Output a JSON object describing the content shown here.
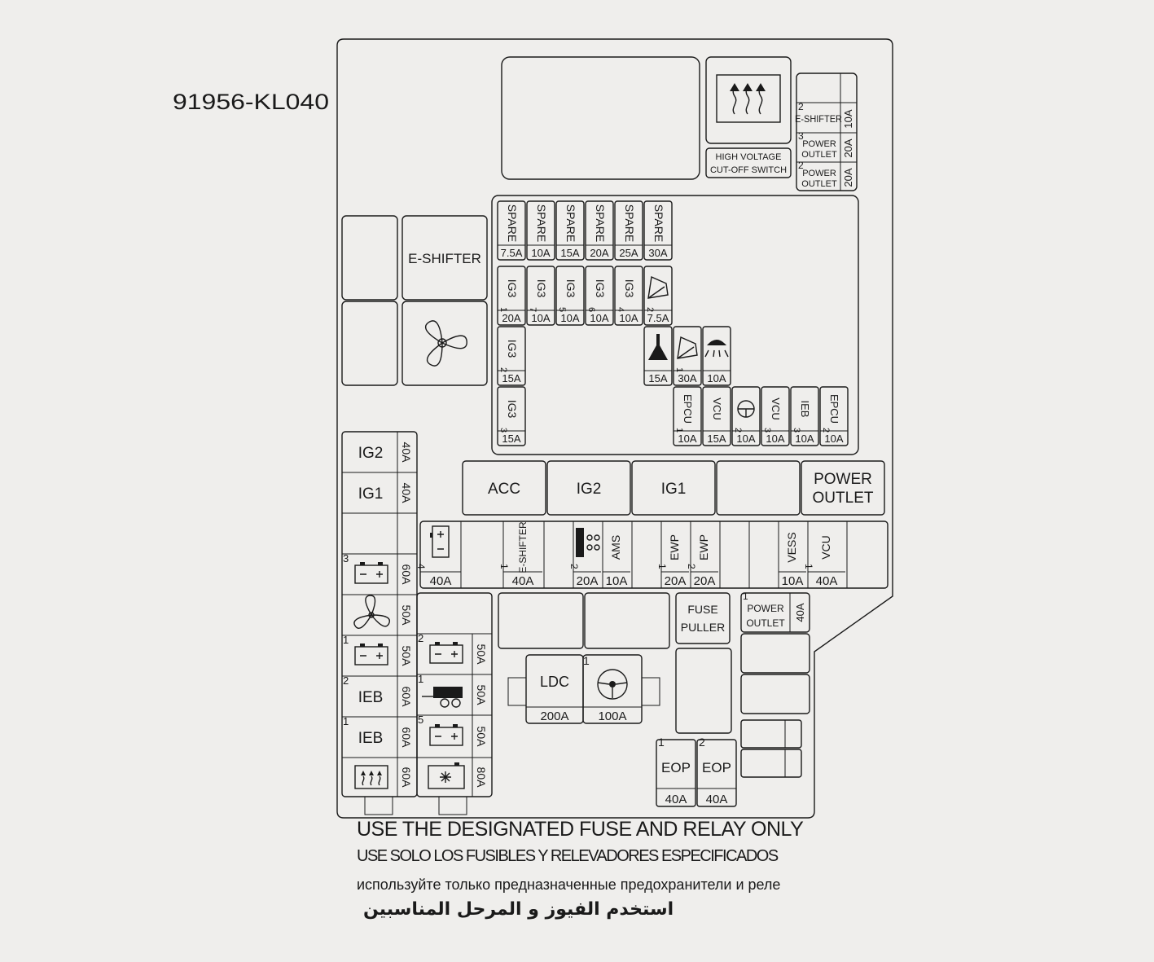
{
  "part_number": "91956-KL040",
  "top_relays": {
    "hv_cutoff": "HIGH VOLTAGE\nCUT-OFF SWITCH"
  },
  "top_right_fuses": [
    {
      "pin": "2",
      "label": "E-SHIFTER",
      "amp": "10A"
    },
    {
      "pin": "3",
      "label": "POWER\nOUTLET",
      "amp": "20A"
    },
    {
      "pin": "2",
      "label": "POWER\nOUTLET",
      "amp": "20A"
    }
  ],
  "left_relays": {
    "eshifter": "E-SHIFTER"
  },
  "spare_fuses": [
    {
      "label": "SPARE",
      "amp": "7.5A"
    },
    {
      "label": "SPARE",
      "amp": "10A"
    },
    {
      "label": "SPARE",
      "amp": "15A"
    },
    {
      "label": "SPARE",
      "amp": "20A"
    },
    {
      "label": "SPARE",
      "amp": "25A"
    },
    {
      "label": "SPARE",
      "amp": "30A"
    }
  ],
  "ig3_fuses": [
    {
      "pin": "1",
      "label": "IG3",
      "amp": "20A"
    },
    {
      "pin": "7",
      "label": "IG3",
      "amp": "10A"
    },
    {
      "pin": "5",
      "label": "IG3",
      "amp": "10A"
    },
    {
      "pin": "6",
      "label": "IG3",
      "amp": "10A"
    },
    {
      "pin": "4",
      "label": "IG3",
      "amp": "10A"
    },
    {
      "pin": "2",
      "label": "",
      "amp": "7.5A",
      "icon": "wiper-icon"
    }
  ],
  "ig3_column": [
    {
      "pin": "2",
      "label": "IG3",
      "amp": "15A"
    },
    {
      "pin": "3",
      "label": "IG3",
      "amp": "15A"
    }
  ],
  "icon_fuses": [
    {
      "pin": "",
      "amp": "15A",
      "icon": "horn-icon"
    },
    {
      "pin": "1",
      "amp": "30A",
      "icon": "wiper-icon"
    },
    {
      "pin": "",
      "amp": "10A",
      "icon": "washer-icon"
    }
  ],
  "bottom_mini_fuses": [
    {
      "pin": "1",
      "label": "EPCU",
      "amp": "10A"
    },
    {
      "pin": "",
      "label": "VCU",
      "amp": "15A"
    },
    {
      "pin": "2",
      "label": "",
      "amp": "10A",
      "icon": "steering-circle-icon"
    },
    {
      "pin": "3",
      "label": "VCU",
      "amp": "10A"
    },
    {
      "pin": "3",
      "label": "IEB",
      "amp": "10A"
    },
    {
      "pin": "2",
      "label": "EPCU",
      "amp": "10A"
    }
  ],
  "left_fusible": [
    {
      "pin": "",
      "label": "IG2",
      "amp": "40A"
    },
    {
      "pin": "",
      "label": "IG1",
      "amp": "40A"
    },
    {
      "pin": "3",
      "label": "",
      "amp": "60A",
      "icon": "battery-icon"
    },
    {
      "pin": "",
      "label": "",
      "amp": "50A",
      "icon": "fan-icon"
    },
    {
      "pin": "1",
      "label": "",
      "amp": "50A",
      "icon": "battery-icon"
    },
    {
      "pin": "2",
      "label": "IEB",
      "amp": "60A"
    },
    {
      "pin": "1",
      "label": "IEB",
      "amp": "60A"
    },
    {
      "pin": "",
      "label": "",
      "amp": "60A",
      "icon": "defroster-icon"
    }
  ],
  "left_fusible_col2": [
    {
      "pin": "2",
      "amp": "50A",
      "icon": "battery-icon"
    },
    {
      "pin": "1",
      "amp": "50A",
      "icon": "trailer-icon"
    },
    {
      "pin": "5",
      "amp": "50A",
      "icon": "battery-icon"
    },
    {
      "pin": "",
      "amp": "80A",
      "icon": "ptc-heater-icon"
    }
  ],
  "main_relays": [
    "ACC",
    "IG2",
    "IG1",
    "",
    "POWER\nOUTLET"
  ],
  "cartridge_fuses": [
    {
      "pin": "4",
      "label": "",
      "amp": "40A",
      "icon": "battery-pack-icon"
    },
    {
      "pin": "",
      "label": "",
      "amp": ""
    },
    {
      "pin": "1",
      "label": "E-SHIFTER",
      "amp": "40A"
    },
    {
      "pin": "",
      "label": "",
      "amp": ""
    },
    {
      "pin": "2",
      "label": "",
      "amp": "20A",
      "icon": "seat-heater-icon"
    },
    {
      "pin": "",
      "label": "AMS",
      "amp": "10A"
    },
    {
      "pin": "",
      "label": "",
      "amp": ""
    },
    {
      "pin": "1",
      "label": "EWP",
      "amp": "20A"
    },
    {
      "pin": "2",
      "label": "EWP",
      "amp": "20A"
    },
    {
      "pin": "",
      "label": "",
      "amp": ""
    },
    {
      "pin": "",
      "label": "",
      "amp": ""
    },
    {
      "pin": "",
      "label": "VESS",
      "amp": "10A"
    },
    {
      "pin": "1",
      "label": "VCU",
      "amp": "40A"
    },
    {
      "pin": "",
      "label": "",
      "amp": ""
    }
  ],
  "fuse_puller": "FUSE\nPULLER",
  "power_outlet_40": {
    "pin": "1",
    "label": "POWER\nOUTLET",
    "amp": "40A"
  },
  "ldc": {
    "label": "LDC",
    "amp": "200A"
  },
  "steering": {
    "pin": "1",
    "amp": "100A"
  },
  "eop": [
    {
      "pin": "1",
      "label": "EOP",
      "amp": "40A"
    },
    {
      "pin": "2",
      "label": "EOP",
      "amp": "40A"
    }
  ],
  "notes": {
    "en": "USE THE DESIGNATED FUSE AND RELAY ONLY",
    "es": "USE SOLO LOS FUSIBLES Y RELEVADORES ESPECIFICADOS",
    "ru": "используйте только предназначенные предохранители и реле",
    "ar": "استخدم الفيوز و المرحل المناسبين"
  }
}
